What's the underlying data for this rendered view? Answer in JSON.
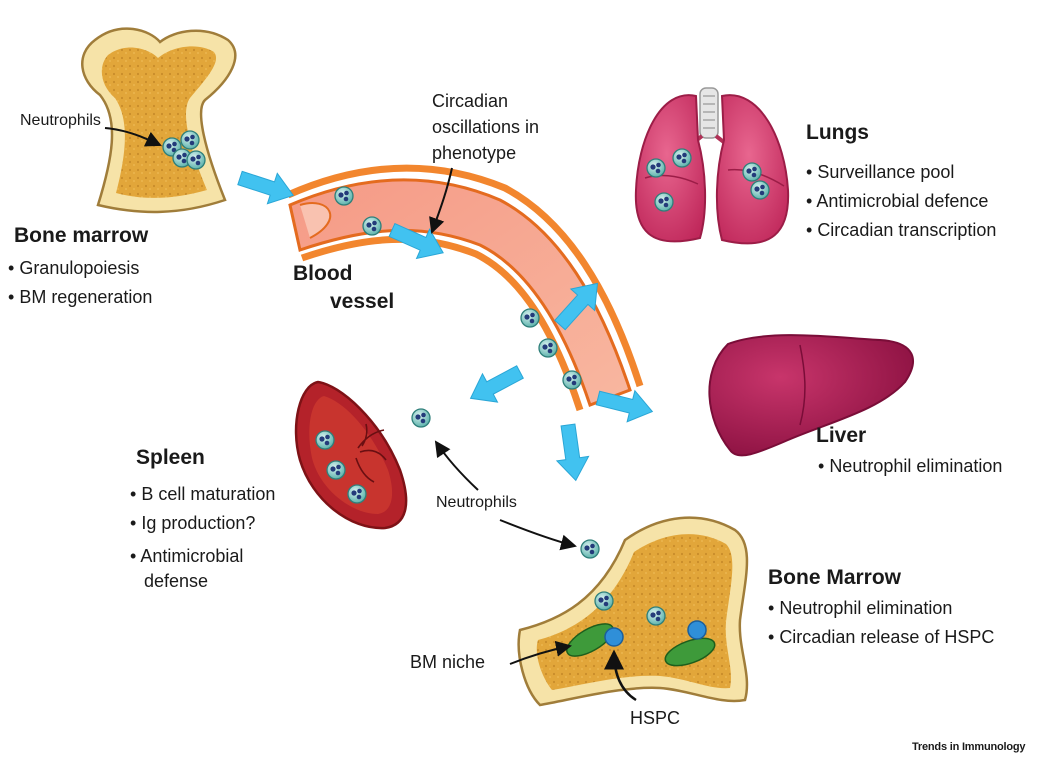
{
  "bone_marrow_top": {
    "title": "Bone marrow",
    "items": [
      "Granulopoiesis",
      "BM regeneration"
    ],
    "neutrophils_label": "Neutrophils"
  },
  "blood_vessel": {
    "title_line1": "Blood",
    "title_line2": "vessel",
    "circadian_line1": "Circadian",
    "circadian_line2": "oscillations in",
    "circadian_line3": "phenotype"
  },
  "lungs": {
    "title": "Lungs",
    "items": [
      "Surveillance pool",
      "Antimicrobial defence",
      "Circadian transcription"
    ]
  },
  "liver": {
    "title": "Liver",
    "items": [
      "Neutrophil elimination"
    ]
  },
  "spleen": {
    "title": "Spleen",
    "items": [
      "B cell maturation",
      "Ig production?"
    ],
    "extra_line1": "Antimicrobial",
    "extra_line2": "defense"
  },
  "bone_marrow_bottom": {
    "title": "Bone Marrow",
    "items": [
      "Neutrophil elimination",
      "Circadian release of HSPC"
    ],
    "neutrophils_label": "Neutrophils",
    "niche_label": "BM niche",
    "hspc_label": "HSPC"
  },
  "footer": {
    "journal": "Trends in Immunology"
  },
  "colors": {
    "bone_outer": "#f6e3a8",
    "bone_outline": "#a07d3a",
    "marrow": "#e2a63a",
    "vessel_wall": "#f2862e",
    "vessel_lumen": "#f7a98e",
    "arrow": "#41c2f0",
    "lungs": "#d63a6e",
    "liver": "#a0174d",
    "spleen": "#b4222a",
    "neutrophil": "#7dc8c2",
    "hspc": "#2f8fd8",
    "niche": "#3e9a3a"
  }
}
